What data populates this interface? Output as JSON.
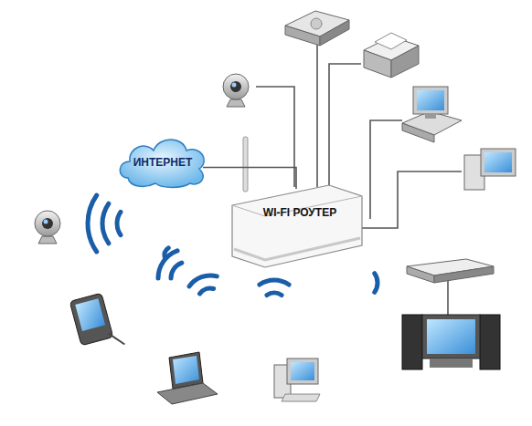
{
  "diagram": {
    "nodes": [
      {
        "text": [
          "ИНТЕРНЕТ"
        ]
      },
      {
        "text": [
          "WI-FI РОУТЕР"
        ]
      }
    ],
    "edges": [
      {
        "from": 0,
        "to": 1,
        "arrow": "none"
      }
    ]
  }
}
